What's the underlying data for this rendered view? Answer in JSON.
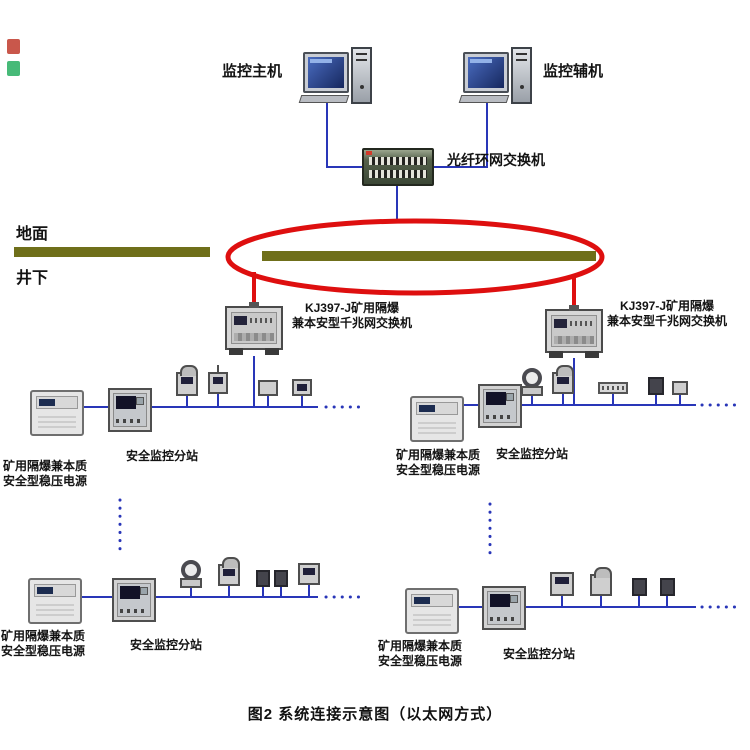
{
  "page": {
    "caption": "图2 系统连接示意图（以太网方式）"
  },
  "surface": {
    "ground_label": "地面",
    "underground_label": "井下"
  },
  "hosts": {
    "main": "监控主机",
    "aux": "监控辅机"
  },
  "ring_switch": {
    "label": "光纤环网交换机"
  },
  "kj_switch": {
    "line1": "KJ397-J矿用隔爆",
    "line2": "兼本安型千兆网交换机"
  },
  "substation": {
    "label": "安全监控分站"
  },
  "power_supply": {
    "line1": "矿用隔爆兼本质",
    "line2": "安全型稳压电源"
  },
  "colors": {
    "cable_blue": "#2936b8",
    "ring_red": "#de0f0f",
    "surface_bar": "#6f6f1a"
  }
}
